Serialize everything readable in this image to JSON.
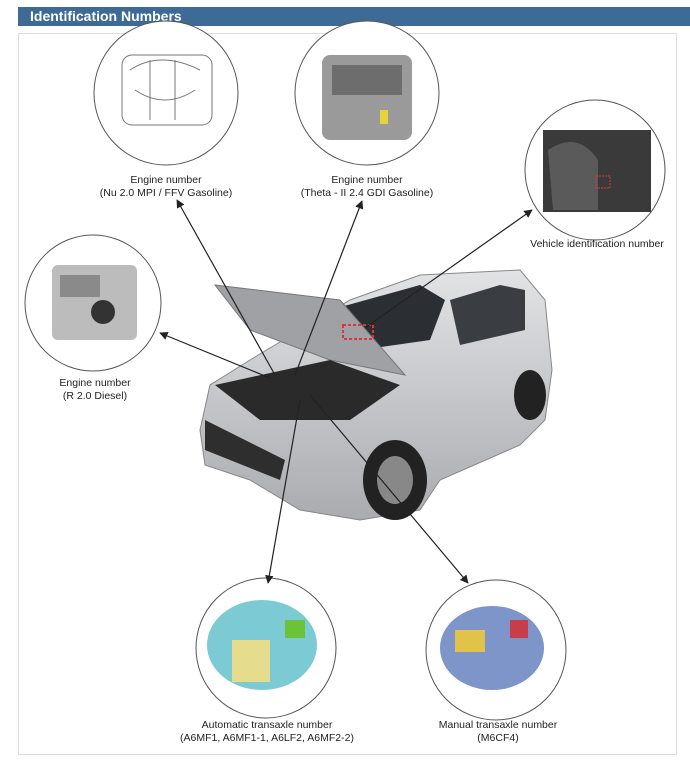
{
  "header": {
    "title": "Identification Numbers"
  },
  "callouts": [
    {
      "id": "nu",
      "title": "Engine number",
      "detail": "(Nu 2.0 MPI / FFV  Gasoline)"
    },
    {
      "id": "theta",
      "title": "Engine number",
      "detail": "(Theta - II  2.4 GDI Gasoline)"
    },
    {
      "id": "vin",
      "title": "Vehicle identification number",
      "detail": ""
    },
    {
      "id": "diesel",
      "title": "Engine number",
      "detail": "(R 2.0 Diesel)"
    },
    {
      "id": "auto",
      "title": "Automatic transaxle number",
      "detail": "(A6MF1, A6MF1-1, A6LF2, A6MF2-2)"
    },
    {
      "id": "manual",
      "title": "Manual transaxle number",
      "detail": "(M6CF4)"
    }
  ],
  "colors": {
    "header": "#3e6b95",
    "car": "#c8c9cb",
    "marker": "#d9363e"
  }
}
